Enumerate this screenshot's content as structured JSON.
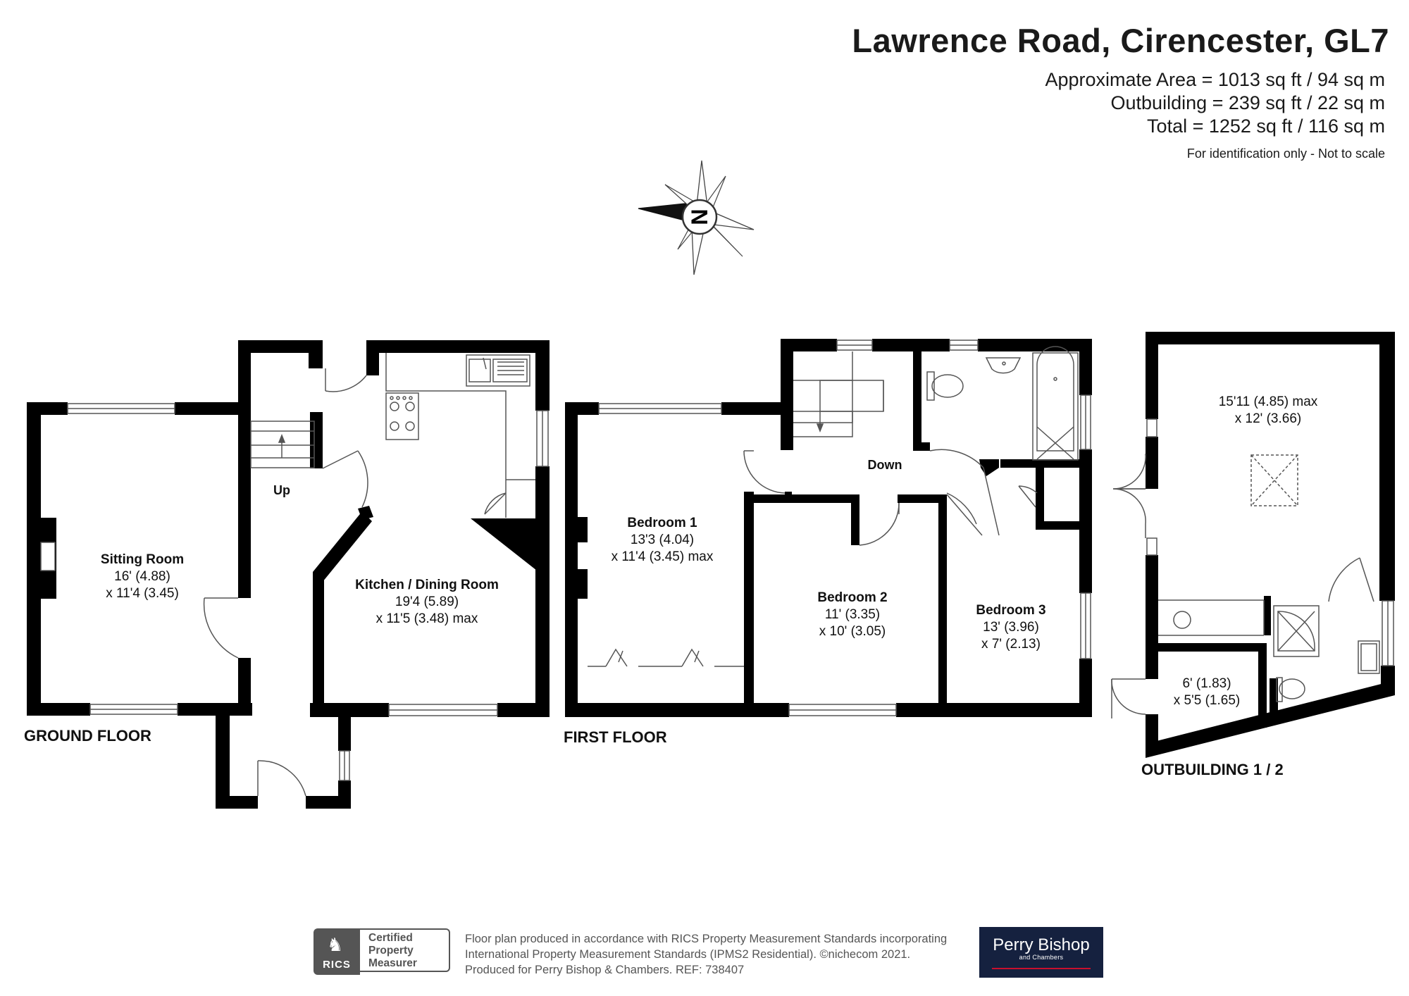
{
  "header": {
    "title": "Lawrence Road, Cirencester, GL7",
    "approx_area": "Approximate Area = 1013 sq ft / 94 sq m",
    "outbuilding_area": "Outbuilding = 239 sq ft / 22 sq m",
    "total_area": "Total = 1252 sq ft / 116 sq m",
    "disclaimer": "For identification only - Not to scale"
  },
  "compass": {
    "label": "N"
  },
  "floors": {
    "ground": "GROUND FLOOR",
    "first": "FIRST FLOOR",
    "outbuilding": "OUTBUILDING 1 / 2"
  },
  "rooms": {
    "sitting": {
      "name": "Sitting Room",
      "dim1": "16' (4.88)",
      "dim2": "x 11'4 (3.45)"
    },
    "kitchen": {
      "name": "Kitchen / Dining Room",
      "dim1": "19'4 (5.89)",
      "dim2": "x 11'5 (3.48) max"
    },
    "bed1": {
      "name": "Bedroom 1",
      "dim1": "13'3 (4.04)",
      "dim2": "x 11'4 (3.45) max"
    },
    "bed2": {
      "name": "Bedroom 2",
      "dim1": "11' (3.35)",
      "dim2": "x 10' (3.05)"
    },
    "bed3": {
      "name": "Bedroom 3",
      "dim1": "13' (3.96)",
      "dim2": "x 7' (2.13)"
    },
    "out_main": {
      "dim1": "15'11 (4.85) max",
      "dim2": "x 12' (3.66)"
    },
    "out_small": {
      "dim1": "6' (1.83)",
      "dim2": "x 5'5 (1.65)"
    }
  },
  "stairs": {
    "up": "Up",
    "down": "Down"
  },
  "footer": {
    "line1": "Floor plan produced in accordance with RICS Property Measurement Standards incorporating",
    "line2": "International Property Measurement Standards (IPMS2 Residential).  ©nichecom 2021.",
    "line3": "Produced for Perry Bishop & Chambers.   REF:  738407",
    "rics_text": "RICS",
    "rics_cert": [
      "Certified",
      "Property",
      "Measurer"
    ],
    "brand": "Perry Bishop",
    "brand_sub": "and Chambers"
  },
  "colors": {
    "wall": "#000000",
    "fixture": "#555555",
    "brand": "#15213f",
    "brand_accent": "#c8102e"
  }
}
